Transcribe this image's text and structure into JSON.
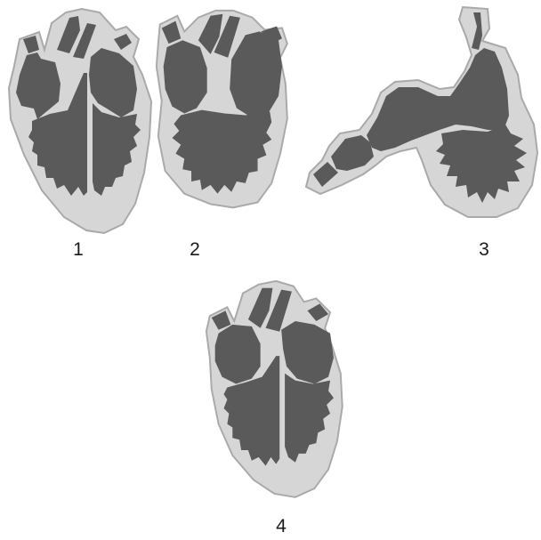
{
  "figures": [
    {
      "label": "1"
    },
    {
      "label": "2"
    },
    {
      "label": "3"
    },
    {
      "label": "4"
    }
  ],
  "colors": {
    "outer_tissue": "#d6d6d6",
    "outline": "#a9a9a9",
    "chamber": "#5a5a5a",
    "label_text": "#1a1a1a"
  }
}
